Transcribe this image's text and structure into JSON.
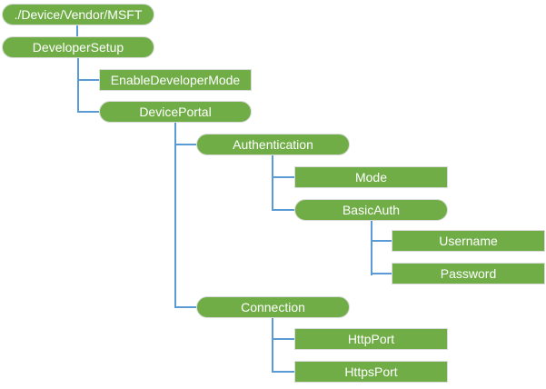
{
  "diagram_type": "tree",
  "colors": {
    "node_fill": "#70AD47",
    "node_border": "#DCDCDC",
    "connector": "#5B9BD5",
    "node_text": "#FFFFFF",
    "background": "#FFFFFF"
  },
  "nodes": [
    {
      "label": "./Device/Vendor/MSFT",
      "shape": "pill",
      "level": 0
    },
    {
      "label": "DeveloperSetup",
      "shape": "pill",
      "level": 0
    },
    {
      "label": "EnableDeveloperMode",
      "shape": "rect",
      "level": 1
    },
    {
      "label": "DevicePortal",
      "shape": "pill",
      "level": 1
    },
    {
      "label": "Authentication",
      "shape": "pill",
      "level": 2
    },
    {
      "label": "Mode",
      "shape": "rect",
      "level": 3
    },
    {
      "label": "BasicAuth",
      "shape": "pill",
      "level": 3
    },
    {
      "label": "Username",
      "shape": "rect",
      "level": 4
    },
    {
      "label": "Password",
      "shape": "rect",
      "level": 4
    },
    {
      "label": "Connection",
      "shape": "pill",
      "level": 2
    },
    {
      "label": "HttpPort",
      "shape": "rect",
      "level": 3
    },
    {
      "label": "HttpsPort",
      "shape": "rect",
      "level": 3
    }
  ],
  "hierarchy": {
    "label": "./Device/Vendor/MSFT",
    "children": [
      {
        "label": "DeveloperSetup",
        "children": [
          {
            "label": "EnableDeveloperMode",
            "children": []
          },
          {
            "label": "DevicePortal",
            "children": [
              {
                "label": "Authentication",
                "children": [
                  {
                    "label": "Mode",
                    "children": []
                  },
                  {
                    "label": "BasicAuth",
                    "children": [
                      {
                        "label": "Username",
                        "children": []
                      },
                      {
                        "label": "Password",
                        "children": []
                      }
                    ]
                  }
                ]
              },
              {
                "label": "Connection",
                "children": [
                  {
                    "label": "HttpPort",
                    "children": []
                  },
                  {
                    "label": "HttpsPort",
                    "children": []
                  }
                ]
              }
            ]
          }
        ]
      }
    ]
  }
}
